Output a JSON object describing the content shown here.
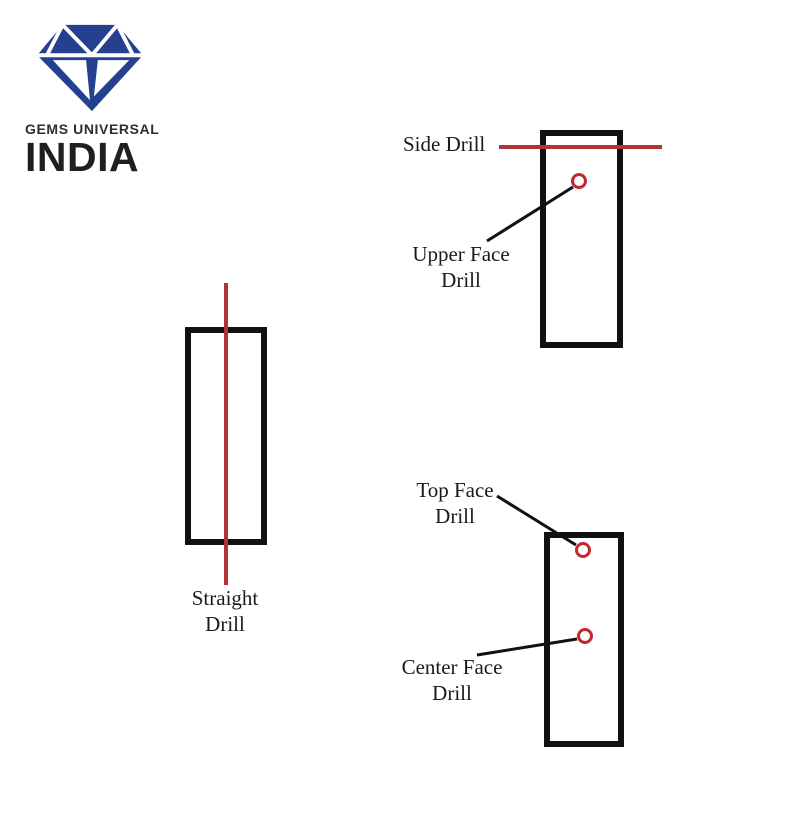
{
  "page": {
    "background": "#ffffff",
    "title": "Gems Universal India - Drill Types Diagram"
  },
  "colors": {
    "page-bg": "#ffffff",
    "ink": "#111111",
    "line-red": "#b03336",
    "hole-red": "#c1292e",
    "diamond-blue": "#24408e",
    "brand-gray": "#2e2e2e",
    "brand-black": "#1f1f1f",
    "label-ink": "#1a1a1a"
  },
  "logo": {
    "icon": "diamond-icon",
    "line1": "GEMS UNIVERSAL",
    "line2": "INDIA"
  },
  "labels": {
    "side_drill": "Side Drill",
    "upper_face_line1": "Upper Face",
    "upper_face_line2": "Drill",
    "straight_line1": "Straight",
    "straight_line2": "Drill",
    "top_face_line1": "Top Face",
    "top_face_line2": "Drill",
    "center_face_line1": "Center Face",
    "center_face_line2": "Drill"
  }
}
